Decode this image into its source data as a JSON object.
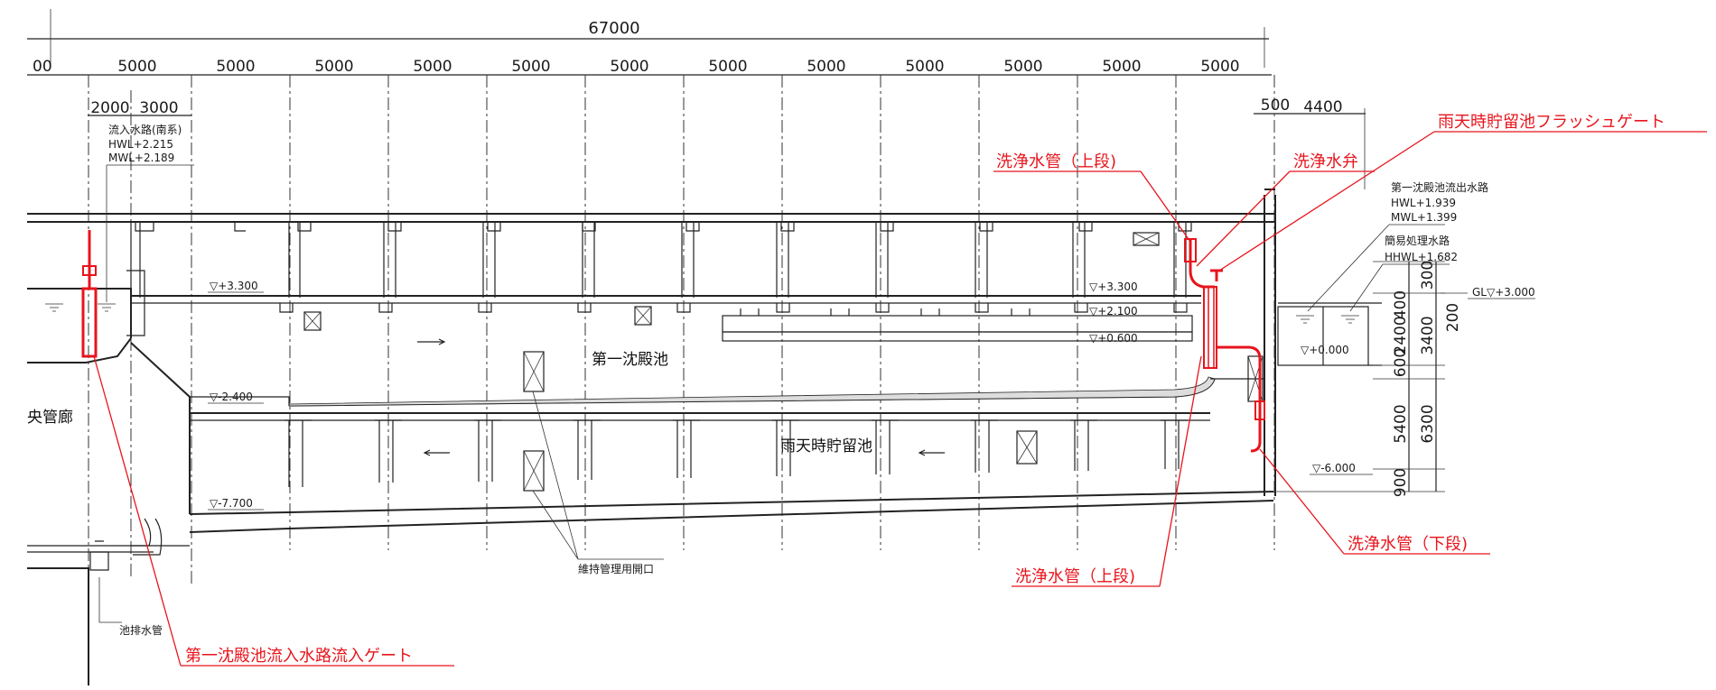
{
  "dimensions": {
    "overall": "67000",
    "left_partial": "00",
    "bays": [
      "5000",
      "5000",
      "5000",
      "5000",
      "5000",
      "5000",
      "5000",
      "5000",
      "5000",
      "5000",
      "5000",
      "5000"
    ],
    "sub_left": [
      "2000",
      "3000"
    ],
    "right": [
      "500",
      "4400"
    ],
    "vertical_right_a": [
      "300",
      "400",
      "2400",
      "600",
      "5400",
      "900"
    ],
    "vertical_right_b": [
      "200",
      "3400",
      "6300"
    ]
  },
  "levels": {
    "plus_3300_left": "▽+3.300",
    "minus_2400": "▽-2.400",
    "minus_7700": "▽-7.700",
    "plus_3300_right": "▽+3.300",
    "plus_2100": "▽+2.100",
    "plus_0600": "▽+0.600",
    "plus_0000": "▽+0.000",
    "minus_6000": "▽-6.000",
    "gl": "GL▽+3.000"
  },
  "notes": {
    "inlet_channel": [
      "流入水路(南系)",
      "HWL+2.215",
      "MWL+2.189"
    ],
    "outlet_channel": [
      "第一沈殿池流出水路",
      "HWL+1.939",
      "MWL+1.399"
    ],
    "simple_channel": [
      "簡易処理水路",
      "HHWL+1.682"
    ]
  },
  "labels": {
    "first_settling_tank": "第一沈殿池",
    "storage_tank": "雨天時貯留池",
    "central_gallery": "央管廊",
    "maintenance_opening": "維持管理用開口",
    "drain_pipe": "池排水管"
  },
  "callouts": {
    "flush_gate": "雨天時貯留池フラッシュゲート",
    "wash_pipe_upper_top": "洗浄水管（上段)",
    "wash_valve": "洗浄水弁",
    "wash_pipe_lower": "洗浄水管（下段)",
    "wash_pipe_upper_bottom": "洗浄水管（上段)",
    "inlet_gate": "第一沈殿池流入水路流入ゲート"
  },
  "colors": {
    "callout": "#e8141c",
    "line": "#222222"
  }
}
